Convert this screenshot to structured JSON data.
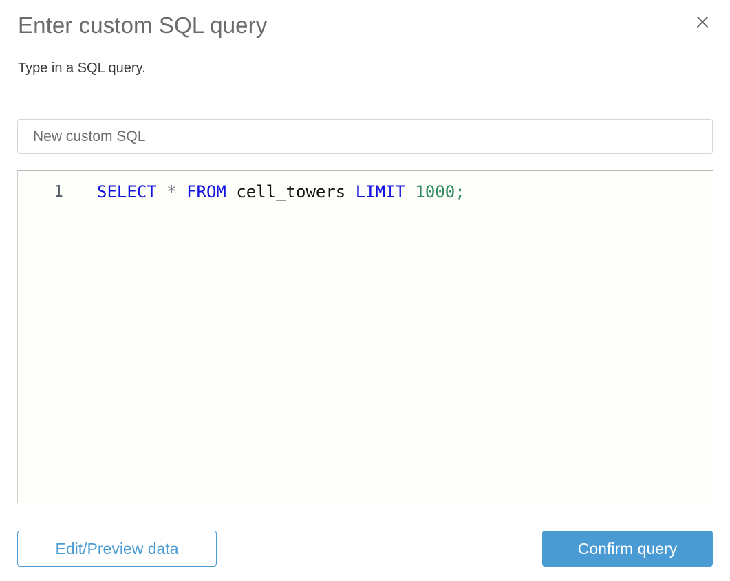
{
  "dialog": {
    "title": "Enter custom SQL query",
    "subtitle": "Type in a SQL query.",
    "close_icon": "close-icon"
  },
  "name_field": {
    "value": "",
    "placeholder": "New custom SQL"
  },
  "editor": {
    "line_number": "1",
    "tokens": [
      {
        "text": "SELECT",
        "type": "keyword"
      },
      {
        "text": " ",
        "type": "plain"
      },
      {
        "text": "*",
        "type": "star"
      },
      {
        "text": " ",
        "type": "plain"
      },
      {
        "text": "FROM",
        "type": "keyword"
      },
      {
        "text": " ",
        "type": "plain"
      },
      {
        "text": "cell_towers",
        "type": "name"
      },
      {
        "text": " ",
        "type": "plain"
      },
      {
        "text": "LIMIT",
        "type": "keyword"
      },
      {
        "text": " ",
        "type": "plain"
      },
      {
        "text": "1000",
        "type": "number"
      },
      {
        "text": ";",
        "type": "punctuation"
      }
    ],
    "full_query": "SELECT * FROM cell_towers LIMIT 1000;",
    "kw_select": "SELECT",
    "star": "*",
    "kw_from": "FROM",
    "table": "cell_towers",
    "kw_limit": "LIMIT",
    "limit_value": "1000",
    "terminator": ";",
    "space": " "
  },
  "footer": {
    "secondary_label": "Edit/Preview data",
    "primary_label": "Confirm query"
  },
  "colors": {
    "accent": "#4a9bd4",
    "keyword": "#1212e0",
    "number": "#2f8a5f",
    "title_text": "#6b6b6b",
    "body_text": "#3c3c3c",
    "editor_bg": "#fefefa"
  }
}
